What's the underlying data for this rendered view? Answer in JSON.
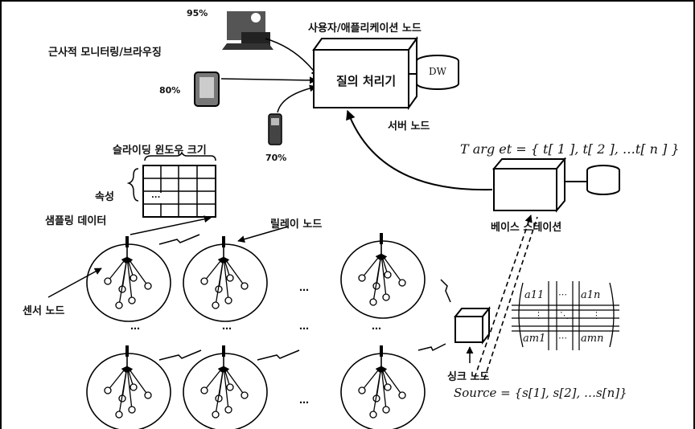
{
  "labels": {
    "user_app_node": "사용자/애플리케이션 노드",
    "query_processor": "질의 처리기",
    "dw": "DW",
    "server_node": "서버 노드",
    "approx_monitoring": "근사적 모니터링/브라우징",
    "sliding_window_size": "슬라이딩 윈도우 크기",
    "attribute": "속성",
    "sampling_data": "샘플링 데이터",
    "relay_node": "릴레이 노드",
    "base_station": "베이스 스테이션",
    "sensor_node": "센서 노드",
    "sink_node": "싱크 노드",
    "target_formula": "T arg et = { t[ 1 ], t[ 2 ], …t[ n ] }",
    "source_formula": "Source = {s[1], s[2], …s[n]}"
  },
  "percentages": {
    "desktop_user": "95%",
    "pda": "80%",
    "phone": "70%"
  },
  "matrix": {
    "a11": "a11",
    "a1n": "a1n",
    "am1": "am1",
    "amn": "amn",
    "ellipsis": "⋯",
    "vdots": "⋮",
    "ddots": "⋱"
  },
  "ellipses": {
    "row1_gap": "⋯",
    "between_rows": [
      "⋯",
      "⋯",
      "⋯",
      "⋯"
    ],
    "row2_gap": "⋯",
    "window_dots": "..."
  }
}
